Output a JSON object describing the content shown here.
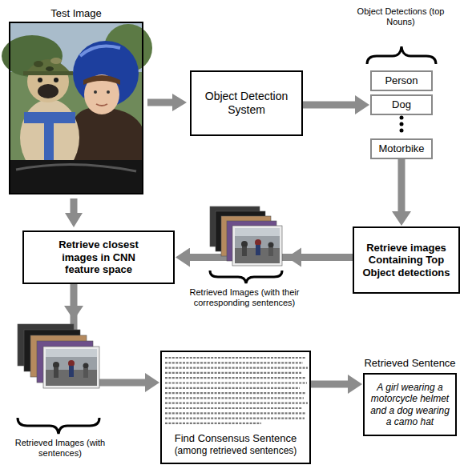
{
  "diagram": {
    "nodes": [
      {
        "text": [
          "Object Detection System"
        ]
      },
      {
        "text": [
          "Person"
        ]
      },
      {
        "text": [
          "Dog"
        ]
      },
      {
        "text": [
          "Motorbike"
        ]
      },
      {
        "text": [
          "Retrieve images Containing Top Object detections"
        ]
      },
      {
        "text": [
          "Retrieve closest images in CNN feature space"
        ]
      },
      {
        "text": [
          "Find Consensus Sentence",
          "(among retrieved sentences)"
        ]
      },
      {
        "text": [
          "Retrieved Sentence",
          "A girl wearing a motorcycle helmet and a dog wearing a camo hat"
        ]
      }
    ],
    "edges": [
      {
        "from": 0,
        "to": 2,
        "arrow": "to"
      },
      {
        "from": 3,
        "to": 4,
        "arrow": "to"
      },
      {
        "from": 4,
        "to": 5,
        "arrow": "to"
      },
      {
        "from": 5,
        "to": 6,
        "arrow": "to"
      },
      {
        "from": 6,
        "to": 7,
        "arrow": "to"
      }
    ],
    "labels": [
      "Test Image",
      "Object Detections (top Nouns)",
      "Retrieved Images (with their corresponding sentences)",
      "Retrieved Images (with sentences)"
    ]
  }
}
